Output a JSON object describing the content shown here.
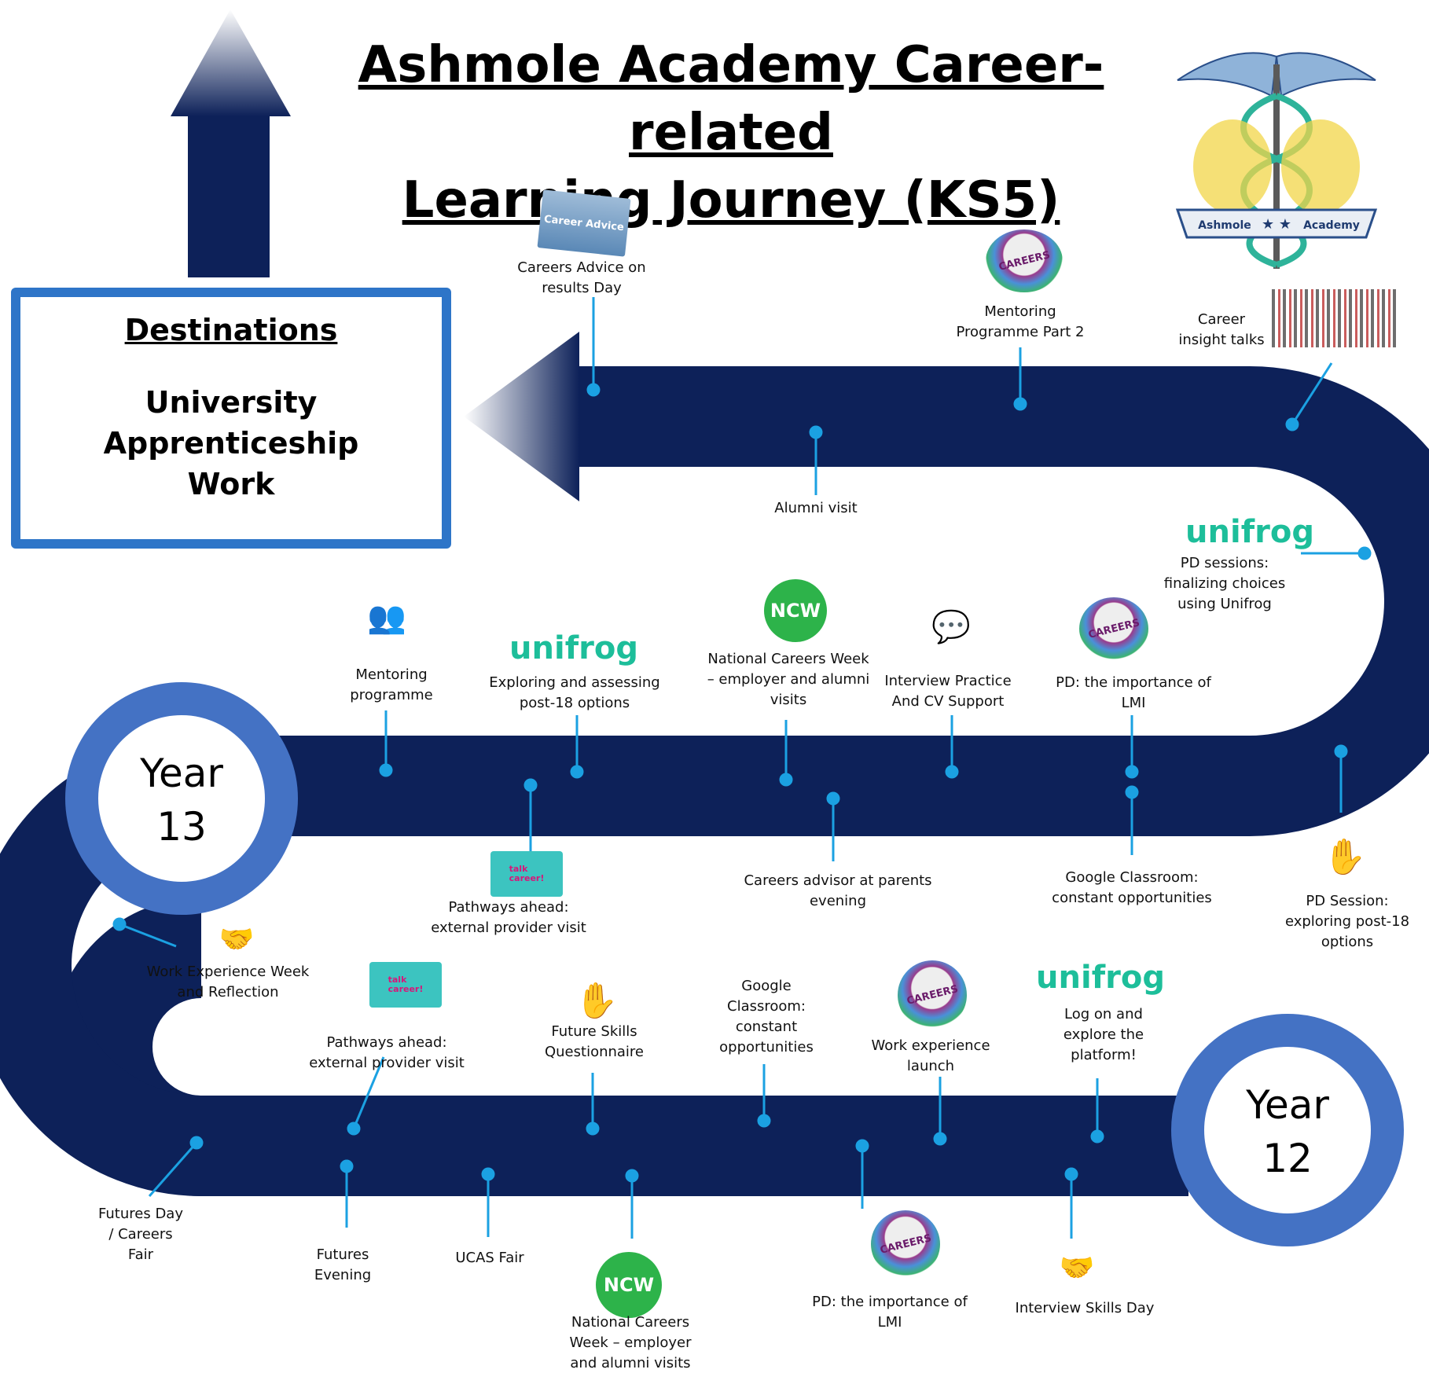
{
  "title": {
    "line1": "Ashmole Academy Career-related",
    "line2": "Learning Journey (KS5)"
  },
  "destinations": {
    "heading": "Destinations",
    "items": [
      "University",
      "Apprenticeship",
      "Work"
    ]
  },
  "years": {
    "year12": {
      "line1": "Year",
      "line2": "12"
    },
    "year13": {
      "line1": "Year",
      "line2": "13"
    }
  },
  "logo": {
    "left": "Ashmole",
    "right": "Academy"
  },
  "icons": {
    "unifrog": "unifrog",
    "ncw": "NCW",
    "talk": [
      "talk",
      "career!"
    ],
    "careers": "CAREERS",
    "sign": "Career Advice"
  },
  "colors": {
    "road": "#0D2159",
    "circle": "#4472C4",
    "box": "#2E75C8",
    "pin": "#1BA1E2",
    "unifrog": "#1DBE9A",
    "ncw": "#2DB34A"
  },
  "labels": {
    "careers_advice_results": [
      "Careers Advice on",
      "results Day"
    ],
    "mentoring_part2": [
      "Mentoring",
      "Programme Part 2"
    ],
    "career_insight": [
      "Career",
      "insight talks"
    ],
    "alumni_visit": [
      "Alumni visit"
    ],
    "pd_unifrog": [
      "PD sessions:",
      "finalizing choices",
      "using Unifrog"
    ],
    "mentoring_programme": [
      "Mentoring",
      "programme"
    ],
    "exploring_post18": [
      "Exploring and assessing",
      "post-18 options"
    ],
    "ncw_y13": [
      "National Careers Week",
      "– employer and alumni",
      "visits"
    ],
    "interview_cv": [
      "Interview Practice",
      "And CV Support"
    ],
    "pd_lmi_y13": [
      "PD: the importance of",
      "LMI"
    ],
    "pathways_y13": [
      "Pathways ahead:",
      "external provider visit"
    ],
    "careers_advisor_parents": [
      "Careers advisor at parents",
      "evening"
    ],
    "google_y13": [
      "Google Classroom:",
      "constant opportunities"
    ],
    "pd_exploring_post18": [
      "PD Session:",
      "exploring post-18",
      "options"
    ],
    "work_exp_week": [
      "Work Experience Week",
      "and Reflection"
    ],
    "pathways_y12": [
      "Pathways ahead:",
      "external provider visit"
    ],
    "future_skills": [
      "Future Skills",
      "Questionnaire"
    ],
    "google_y12": [
      "Google",
      "Classroom:",
      "constant",
      "opportunities"
    ],
    "work_exp_launch": [
      "Work experience",
      "launch"
    ],
    "unifrog_log_on": [
      "Log on and",
      "explore the",
      "platform!"
    ],
    "futures_day": [
      "Futures Day",
      "/ Careers",
      "Fair"
    ],
    "futures_evening": [
      "Futures",
      "Evening"
    ],
    "ucas_fair": [
      "UCAS Fair"
    ],
    "ncw_y12": [
      "National Careers",
      "Week – employer",
      "and alumni visits"
    ],
    "pd_lmi_y12": [
      "PD: the importance of",
      "LMI"
    ],
    "interview_skills": [
      "Interview Skills Day"
    ]
  }
}
